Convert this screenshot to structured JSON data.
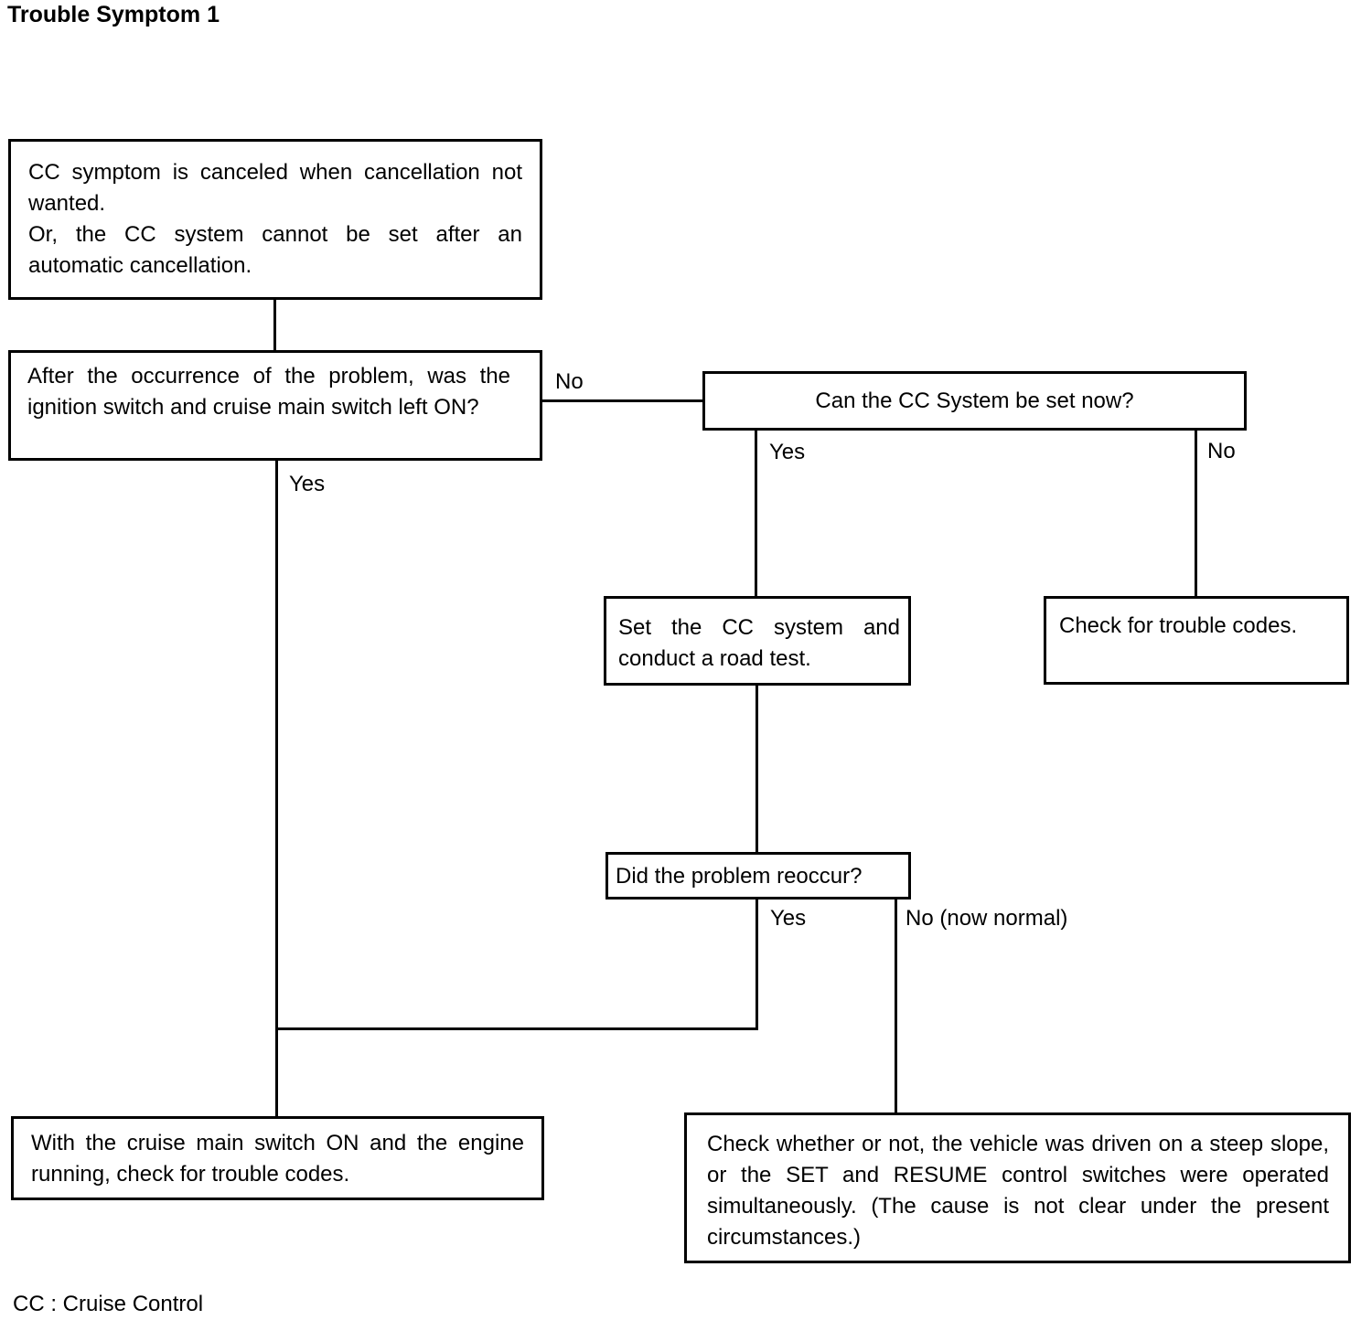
{
  "title": "Trouble Symptom 1",
  "nodes": {
    "start": {
      "line1": "CC symptom is canceled when cancellation not wanted.",
      "line2": "Or, the CC system cannot be set after an automatic cancellation."
    },
    "q_switch_left_on": "After the occurrence of the problem, was the ignition switch and cruise main switch left ON?",
    "q_can_set_now": "Can the CC System be set now?",
    "set_and_road_test": "Set the CC system and conduct a road test.",
    "check_trouble_codes": "Check for trouble codes.",
    "q_reoccur": "Did the problem reoccur?",
    "check_with_switch_on": "With the cruise main switch ON and the engine running, check for trouble codes.",
    "check_steep_slope": "Check whether or not, the vehicle was driven on a steep slope, or the SET and RESUME control switches were operated simultaneously. (The cause is not clear under the present circumstances.)"
  },
  "edge_labels": {
    "no_1": "No",
    "yes_1": "Yes",
    "yes_2": "Yes",
    "no_2": "No",
    "yes_3": "Yes",
    "no_3": "No (now normal)"
  },
  "footnote": "CC : Cruise Control"
}
